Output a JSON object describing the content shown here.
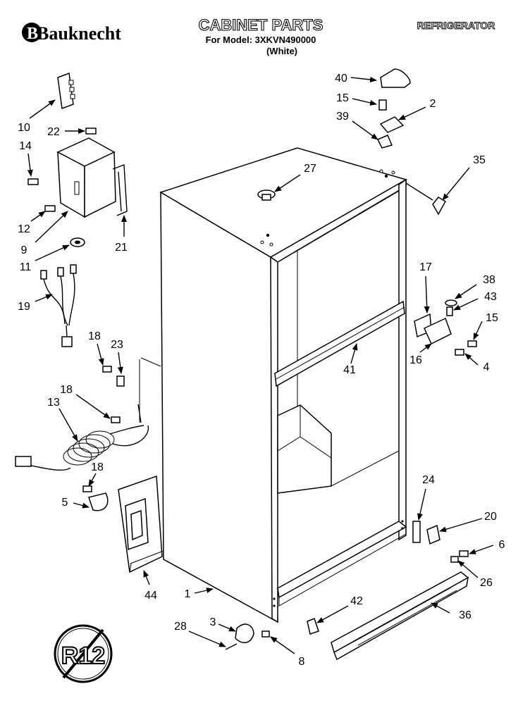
{
  "header": {
    "brand": "Bauknecht",
    "title": "CABINET PARTS",
    "model_line": "For Model: 3XKVN490000",
    "variant": "(White)",
    "category": "REFRIGERATOR"
  },
  "badge": {
    "text": "R12"
  },
  "callouts": [
    "40",
    "15",
    "2",
    "39",
    "35",
    "27",
    "10",
    "22",
    "14",
    "12",
    "9",
    "21",
    "11",
    "19",
    "17",
    "38",
    "43",
    "15",
    "16",
    "4",
    "41",
    "18",
    "23",
    "18",
    "13",
    "18",
    "5",
    "24",
    "20",
    "6",
    "26",
    "44",
    "1",
    "42",
    "36",
    "3",
    "28",
    "8"
  ]
}
